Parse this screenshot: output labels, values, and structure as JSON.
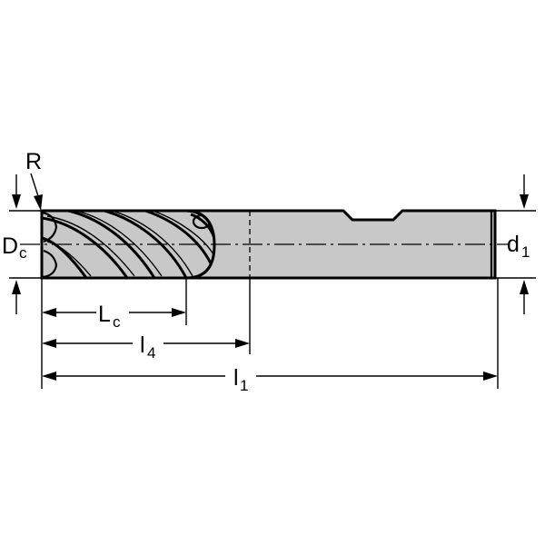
{
  "labels": {
    "corner_radius": "R",
    "cutting_diameter": {
      "main": "D",
      "sub": "c"
    },
    "shank_diameter": {
      "main": "d",
      "sub": "1"
    },
    "cutting_length": {
      "main": "L",
      "sub": "c"
    },
    "shank_start_length": {
      "main": "l",
      "sub": "4"
    },
    "overall_length": {
      "main": "l",
      "sub": "1"
    }
  },
  "colors": {
    "tool_body": "#c8c8c8",
    "line": "#000000",
    "background": "#ffffff"
  }
}
